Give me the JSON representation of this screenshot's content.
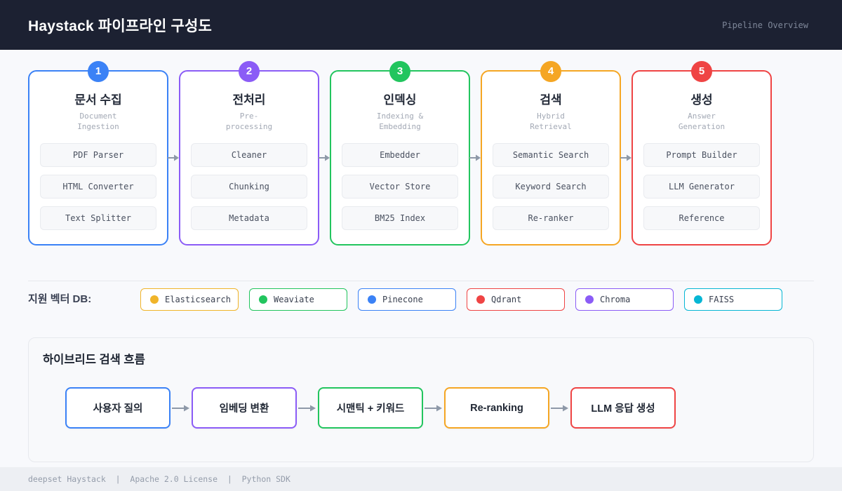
{
  "header": {
    "title": "Haystack 파이프라인 구성도",
    "right_label": "Pipeline Overview"
  },
  "stages": [
    {
      "number": "1",
      "color": "#3b82f6",
      "title": "문서 수집",
      "subtitle": "Document Ingestion",
      "items": [
        "PDF Parser",
        "HTML Converter",
        "Text Splitter"
      ]
    },
    {
      "number": "2",
      "color": "#8b5cf6",
      "title": "전처리",
      "subtitle": "Pre-processing",
      "items": [
        "Cleaner",
        "Chunking",
        "Metadata"
      ]
    },
    {
      "number": "3",
      "color": "#22c55e",
      "title": "인덱싱",
      "subtitle": "Indexing & Embedding",
      "items": [
        "Embedder",
        "Vector Store",
        "BM25 Index"
      ]
    },
    {
      "number": "4",
      "color": "#f5a623",
      "title": "검색",
      "subtitle": "Hybrid Retrieval",
      "items": [
        "Semantic Search",
        "Keyword Search",
        "Re-ranker"
      ]
    },
    {
      "number": "5",
      "color": "#ef4444",
      "title": "생성",
      "subtitle": "Answer Generation",
      "items": [
        "Prompt Builder",
        "LLM Generator",
        "Reference"
      ]
    }
  ],
  "vector_db": {
    "label": "지원 벡터 DB:",
    "items": [
      {
        "name": "Elasticsearch",
        "color": "#f0b429"
      },
      {
        "name": "Weaviate",
        "color": "#22c55e"
      },
      {
        "name": "Pinecone",
        "color": "#3b82f6"
      },
      {
        "name": "Qdrant",
        "color": "#ef4444"
      },
      {
        "name": "Chroma",
        "color": "#8b5cf6"
      },
      {
        "name": "FAISS",
        "color": "#06b6d4"
      }
    ]
  },
  "flow": {
    "title": "하이브리드 검색 흐름",
    "steps": [
      {
        "label": "사용자 질의",
        "color": "#3b82f6"
      },
      {
        "label": "임베딩 변환",
        "color": "#8b5cf6"
      },
      {
        "label": "시맨틱 + 키워드",
        "color": "#22c55e"
      },
      {
        "label": "Re-ranking",
        "color": "#f5a623"
      },
      {
        "label": "LLM 응답 생성",
        "color": "#ef4444"
      }
    ]
  },
  "footer": {
    "text": "deepset Haystack  |  Apache 2.0 License  |  Python SDK"
  }
}
